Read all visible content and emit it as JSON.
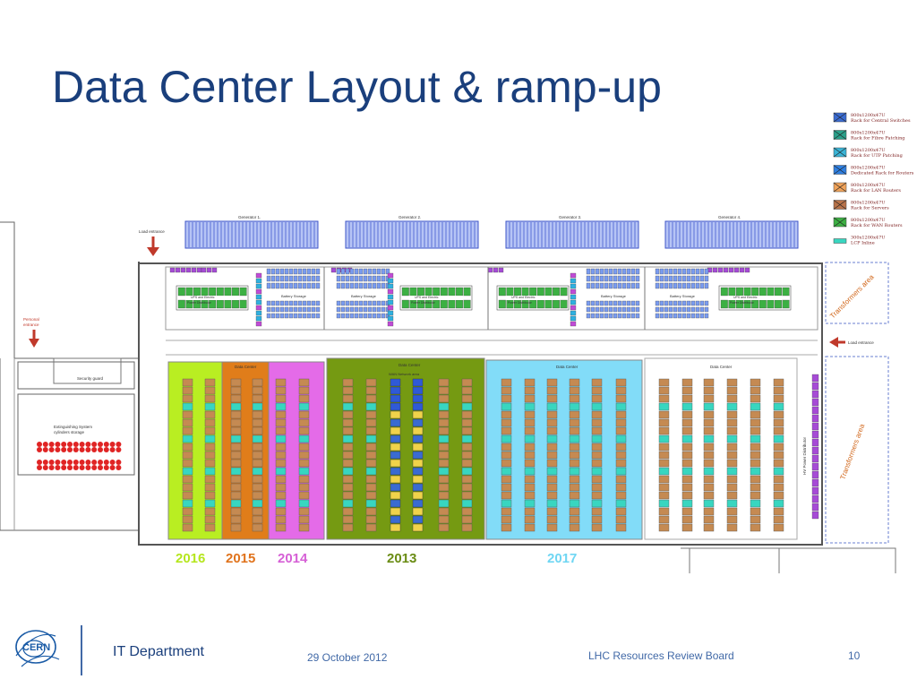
{
  "title": "Data Center Layout & ramp-up",
  "footer": {
    "logo_text": "CERN",
    "department": "IT Department",
    "date": "29 October 2012",
    "board": "LHC Resources Review Board",
    "page_number": "10"
  },
  "diagram": {
    "generators": [
      "Generator 1.",
      "Generator 2.",
      "Generator 3.",
      "Generator 4."
    ],
    "load_entrance": "Load entrance",
    "personal_entrance": [
      "Personal",
      "entrance"
    ],
    "security_guard": "Security guard",
    "extinguishing": [
      "Extinguishing System",
      "cylinders storage"
    ],
    "battery_storage": "Battery Storage",
    "ups_label": [
      "UPS and Electric",
      "Power Distributor"
    ],
    "transformers_area": "Transformers area",
    "hv_power": "HV Power Distributor",
    "data_center": "Data Center",
    "wan_network": "WAN Network area",
    "years": [
      {
        "label": "2016",
        "color": "#b5e61d"
      },
      {
        "label": "2015",
        "color": "#e0731c"
      },
      {
        "label": "2014",
        "color": "#d660d6"
      },
      {
        "label": "2013",
        "color": "#6a8c14"
      },
      {
        "label": "2017",
        "color": "#6fd6f3"
      }
    ],
    "zone_colors": {
      "2016": "#b9ee22",
      "2015": "#e07d1a",
      "2014": "#e46be8",
      "2013": "#759a12",
      "2017": "#82dcf8"
    }
  },
  "legend": [
    {
      "size": "800x1200x47U",
      "name": "Rack for Central Switches",
      "color": "#3a6bd1"
    },
    {
      "size": "800x1200x47U",
      "name": "Rack for Fibre Patching",
      "color": "#2aa08a"
    },
    {
      "size": "800x1200x47U",
      "name": "Rack for UTP Patching",
      "color": "#3ab4d6"
    },
    {
      "size": "800x1200x47U",
      "name": "Dedicated Rack for Routers",
      "color": "#2f7fe0"
    },
    {
      "size": "800x1200x47U",
      "name": "Rack for LAN Routers",
      "color": "#f0a35a"
    },
    {
      "size": "800x1200x47U",
      "name": "Rack for Servers",
      "color": "#b8734a"
    },
    {
      "size": "800x1200x47U",
      "name": "Rack for WAN Routers",
      "color": "#3cb043"
    },
    {
      "size": "300x1200x47U",
      "name": "LCP Inline",
      "color": "#38d6c0"
    }
  ]
}
